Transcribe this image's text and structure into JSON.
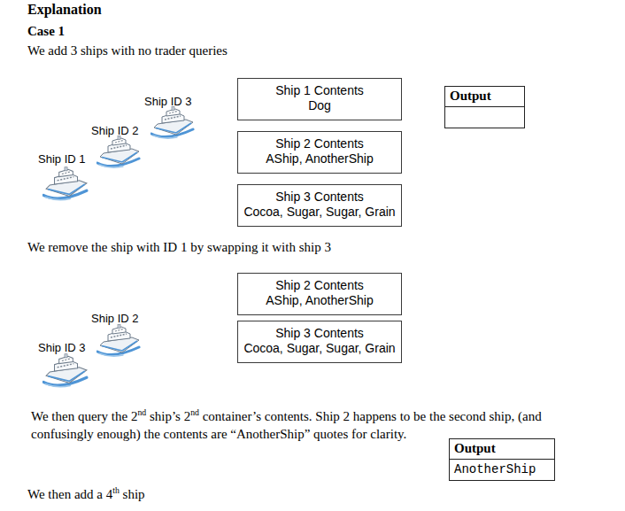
{
  "diagram": {
    "title": "Explanation",
    "nodes": [
      {
        "text": [
          "Ship 1 Contents",
          "Dog"
        ]
      },
      {
        "text": [
          "Output"
        ]
      },
      {
        "text": [
          "Ship 2 Contents",
          "AShip, AnotherShip"
        ]
      },
      {
        "text": [
          "Ship 3 Contents",
          "Cocoa, Sugar, Sugar, Grain"
        ]
      },
      {
        "text": [
          "Ship 2 Contents",
          "AShip, AnotherShip"
        ]
      },
      {
        "text": [
          "Ship 3 Contents",
          "Cocoa, Sugar, Sugar, Grain"
        ]
      },
      {
        "text": [
          "Output",
          "AnotherShip"
        ]
      }
    ],
    "labels": [
      "Case 1",
      "We add 3 ships with no trader queries",
      "Ship ID 3",
      "Ship ID 2",
      "Ship ID 1",
      "We remove the ship with ID 1 by swapping it with ship 3",
      "Ship ID 2",
      "Ship ID 3",
      "We then query the 2nd ship’s 2nd container’s contents. Ship 2 happens to be the second ship, (and confusingly enough) the contents are “AnotherShip” quotes for clarity.",
      "We then add a 4th ship"
    ]
  }
}
